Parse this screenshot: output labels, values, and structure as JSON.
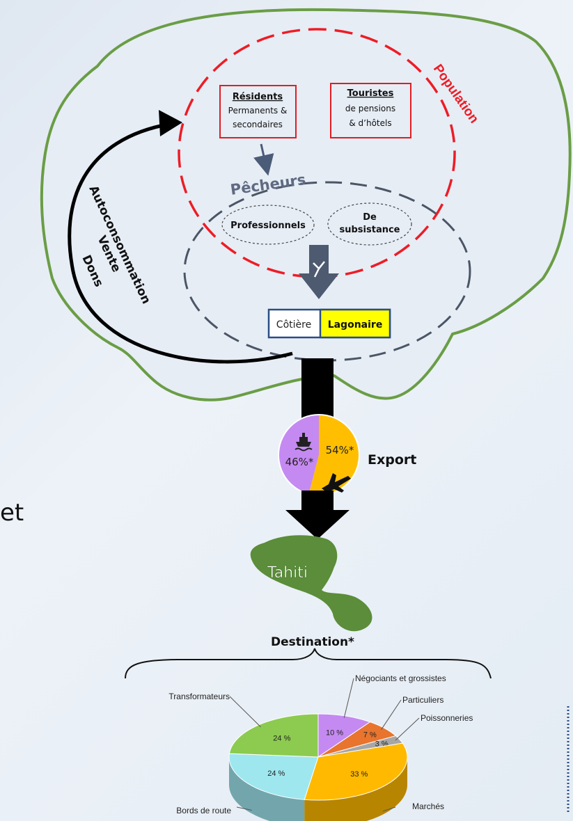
{
  "population": {
    "label": "Population"
  },
  "residents": {
    "title": "Résidents",
    "line1": "Permanents &",
    "line2": "secondaires"
  },
  "tourists": {
    "title": "Touristes",
    "line1": "de pensions",
    "line2": "& d’hôtels"
  },
  "fishers": {
    "label": "Pêcheurs",
    "professional": "Professionnels",
    "subsistence_line1": "De",
    "subsistence_line2": "subsistance"
  },
  "fishing_types": {
    "coastal": "Côtière",
    "lagoon": "Lagonaire"
  },
  "local_use": {
    "line1": "Autoconsommation",
    "line2": "Vente",
    "line3": "Dons"
  },
  "export": {
    "label": "Export",
    "boat_share": "46%*",
    "plane_share": "54%*",
    "boat_value": 46,
    "plane_value": 54,
    "boat_color": "#c58af1",
    "plane_color": "#ffbf00"
  },
  "island": {
    "label": "Tahiti",
    "color": "#5b8d3a"
  },
  "destination": {
    "label": "Destination*"
  },
  "side_text": "et",
  "chart_data": {
    "type": "pie",
    "values": [
      {
        "label": "Négociants et grossistes",
        "value": 10,
        "text": "10 %",
        "color": "#c58af1"
      },
      {
        "label": "Particuliers",
        "value": 7,
        "text": "7 %",
        "color": "#e8742e"
      },
      {
        "label": "Poissonneries",
        "value": 3,
        "text": "3 %",
        "color": "#a6a6a6"
      },
      {
        "label": "Marchés",
        "value": 33,
        "text": "33 %",
        "color": "#ffb900"
      },
      {
        "label": "Bords de route",
        "value": 24,
        "text": "24 %",
        "color": "#9ee7ef"
      },
      {
        "label": "Transformateurs",
        "value": 24,
        "text": "24 %",
        "color": "#8ccb4f"
      }
    ]
  }
}
